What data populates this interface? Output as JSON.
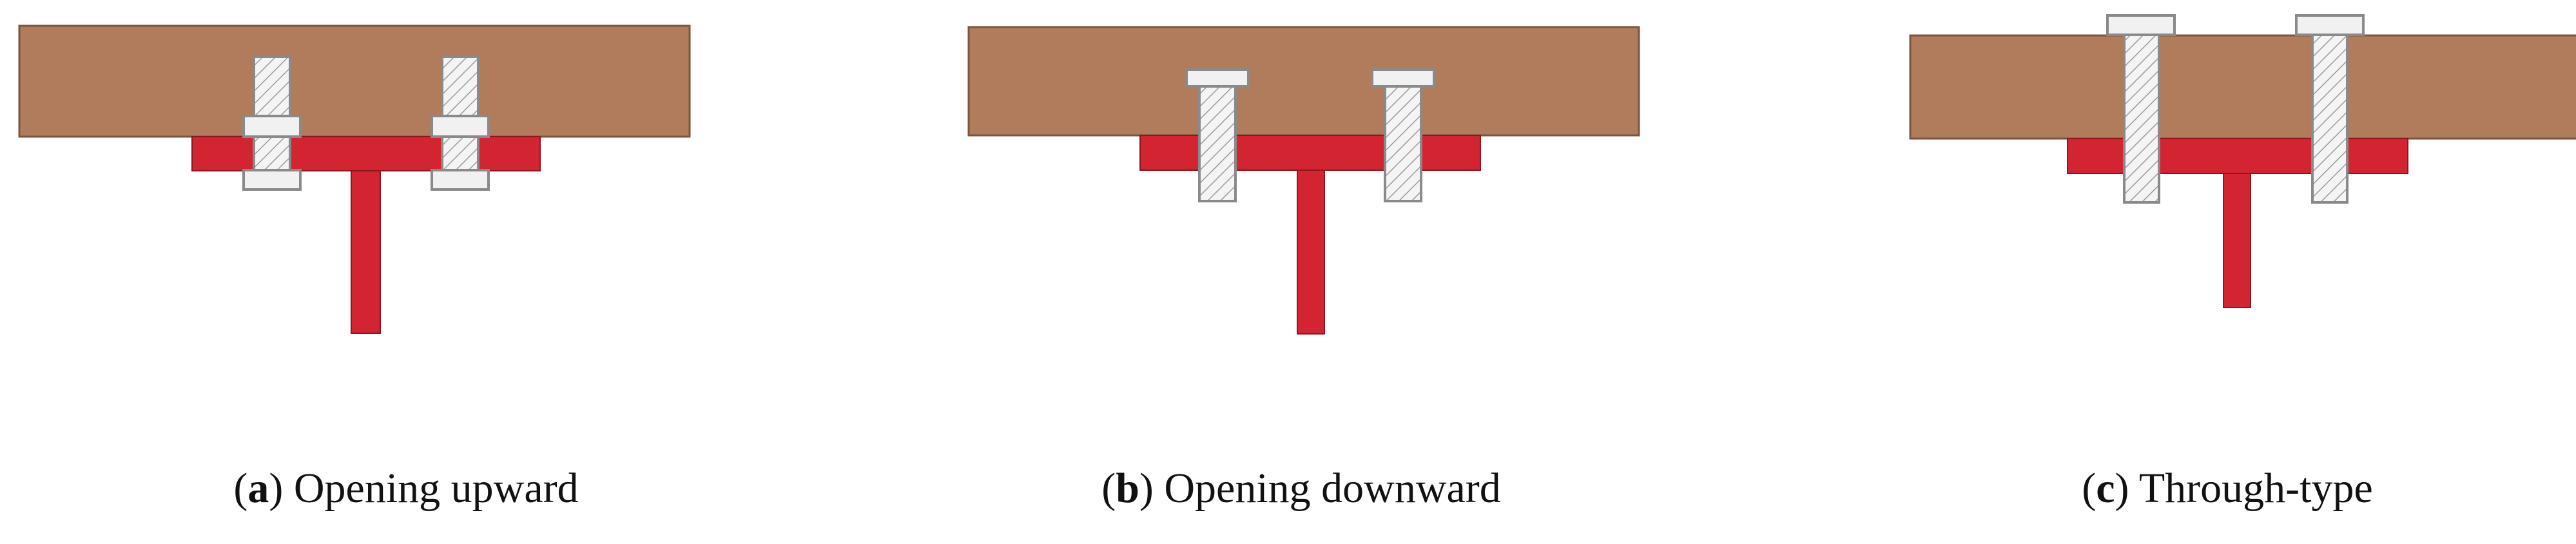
{
  "figure": {
    "panels": [
      {
        "letter": "a",
        "label": "Opening upward"
      },
      {
        "letter": "b",
        "label": "Opening downward"
      },
      {
        "letter": "c",
        "label": "Through-type"
      }
    ]
  },
  "colors": {
    "timber": "#b07c5c",
    "steel": "#d32432",
    "bolt": "#f1f1f1"
  }
}
